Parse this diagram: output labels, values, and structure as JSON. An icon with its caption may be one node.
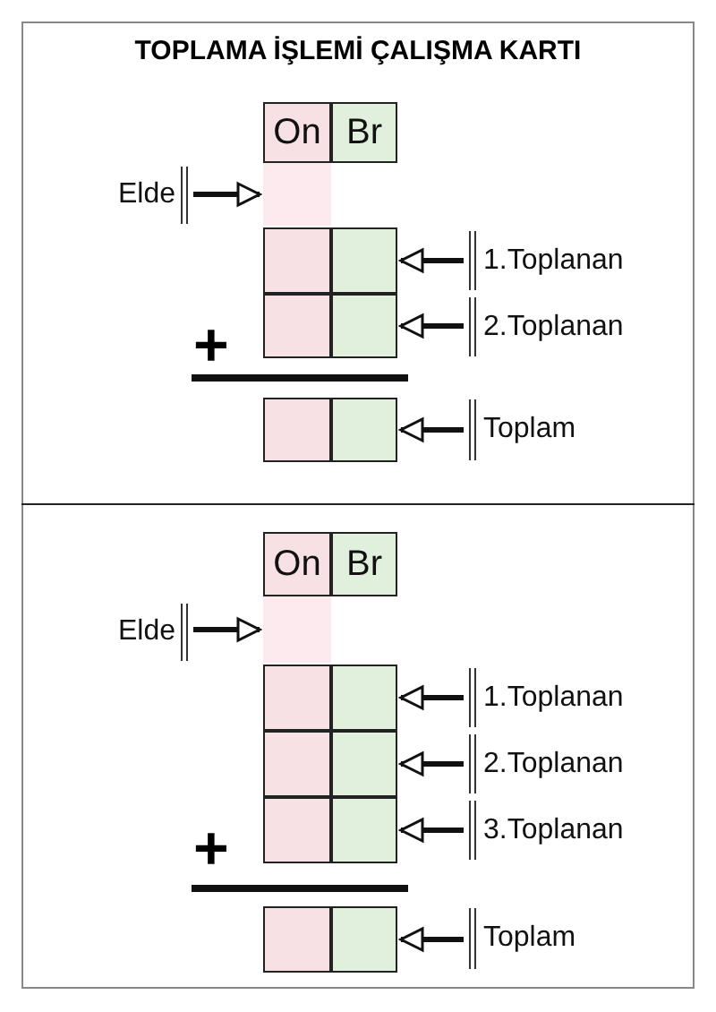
{
  "diagram": {
    "title": "TOPLAMA İŞLEMİ ÇALIŞMA KARTI",
    "nodes": [
      {
        "text": [
          "On"
        ]
      },
      {
        "text": [
          "Br"
        ]
      },
      {
        "text": [],
        "shape": "box"
      },
      {
        "text": [],
        "shape": "box"
      },
      {
        "text": [],
        "shape": "box"
      },
      {
        "text": [],
        "shape": "box"
      },
      {
        "text": [],
        "shape": "box"
      },
      {
        "text": [],
        "shape": "box"
      },
      {
        "text": [],
        "shape": "box"
      },
      {
        "text": [
          "Elde"
        ]
      },
      {
        "text": [
          "1.Toplanan"
        ]
      },
      {
        "text": [
          "2.Toplanan"
        ]
      },
      {
        "text": [
          "Toplam"
        ]
      },
      {
        "text": [
          "On"
        ]
      },
      {
        "text": [
          "Br"
        ]
      },
      {
        "text": [],
        "shape": "box"
      },
      {
        "text": [],
        "shape": "box"
      },
      {
        "text": [],
        "shape": "box"
      },
      {
        "text": [],
        "shape": "box"
      },
      {
        "text": [],
        "shape": "box"
      },
      {
        "text": [],
        "shape": "box"
      },
      {
        "text": [],
        "shape": "box"
      },
      {
        "text": [],
        "shape": "box"
      },
      {
        "text": [],
        "shape": "box"
      },
      {
        "text": [
          "Elde"
        ]
      },
      {
        "text": [
          "1.Toplanan"
        ]
      },
      {
        "text": [
          "2.Toplanan"
        ]
      },
      {
        "text": [
          "3.Toplanan"
        ]
      },
      {
        "text": [
          "Toplam"
        ]
      }
    ],
    "edges": [
      {
        "from": 9,
        "to": 2,
        "arrow": "to"
      },
      {
        "from": 10,
        "to": 4,
        "arrow": "to"
      },
      {
        "from": 11,
        "to": 6,
        "arrow": "to"
      },
      {
        "from": 12,
        "to": 8,
        "arrow": "to"
      },
      {
        "from": 24,
        "to": 15,
        "arrow": "to"
      },
      {
        "from": 25,
        "to": 17,
        "arrow": "to"
      },
      {
        "from": 26,
        "to": 19,
        "arrow": "to"
      },
      {
        "from": 27,
        "to": 21,
        "arrow": "to"
      },
      {
        "from": 28,
        "to": 23,
        "arrow": "to"
      }
    ],
    "labels": [
      "+",
      "+"
    ]
  }
}
